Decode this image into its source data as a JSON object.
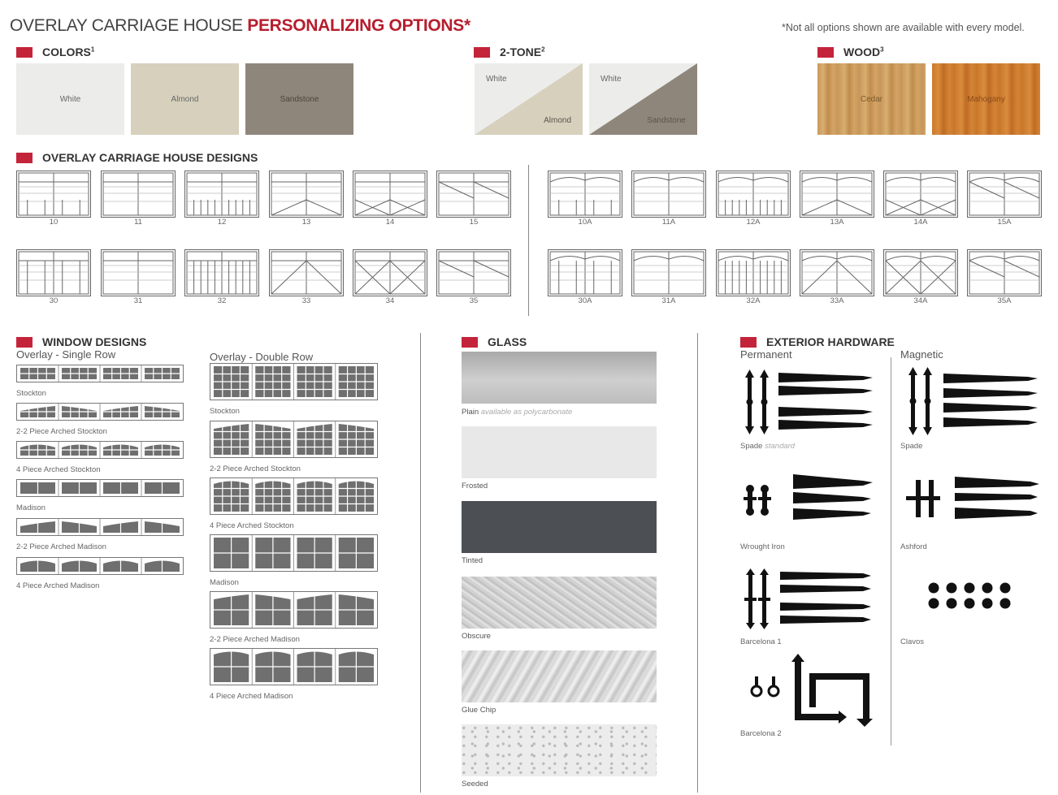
{
  "header": {
    "title_plain": "OVERLAY CARRIAGE HOUSE ",
    "title_accent": "PERSONALIZING OPTIONS*",
    "note": "*Not all options shown are available with every model."
  },
  "colors": {
    "heading": "COLORS",
    "sup": "1",
    "swatches": [
      {
        "label": "White",
        "color": "#ecedea"
      },
      {
        "label": "Almond",
        "color": "#d7d0bd"
      },
      {
        "label": "Sandstone",
        "color": "#8f867b"
      }
    ]
  },
  "two_tone": {
    "heading": "2-TONE",
    "sup": "2",
    "items": [
      {
        "top": "White",
        "bottom": "Almond",
        "top_color": "#ecedea",
        "bottom_color": "#d7d0bd"
      },
      {
        "top": "White",
        "bottom": "Sandstone",
        "top_color": "#ecedea",
        "bottom_color": "#8f867b"
      }
    ]
  },
  "wood": {
    "heading": "WOOD",
    "sup": "3",
    "items": [
      {
        "label": "Cedar"
      },
      {
        "label": "Mahogany"
      }
    ]
  },
  "designs": {
    "heading": "OVERLAY CARRIAGE HOUSE DESIGNS",
    "rows": [
      [
        "10",
        "11",
        "12",
        "13",
        "14",
        "15"
      ],
      [
        "30",
        "31",
        "32",
        "33",
        "34",
        "35"
      ],
      [
        "10A",
        "11A",
        "12A",
        "13A",
        "14A",
        "15A"
      ],
      [
        "30A",
        "31A",
        "32A",
        "33A",
        "34A",
        "35A"
      ]
    ]
  },
  "windows": {
    "heading": "WINDOW DESIGNS",
    "single_title": "Overlay - Single Row",
    "double_title": "Overlay - Double Row",
    "single": [
      "Stockton",
      "2-2 Piece Arched Stockton",
      "4 Piece Arched Stockton",
      "Madison",
      "2-2 Piece Arched Madison",
      "4 Piece Arched Madison"
    ],
    "double": [
      "Stockton",
      "2-2 Piece Arched Stockton",
      "4 Piece Arched Stockton",
      "Madison",
      "2-2 Piece Arched Madison",
      "4 Piece Arched Madison"
    ]
  },
  "glass": {
    "heading": "GLASS",
    "items": [
      {
        "label": "Plain",
        "note": "available as polycarbonate"
      },
      {
        "label": "Frosted"
      },
      {
        "label": "Tinted"
      },
      {
        "label": "Obscure"
      },
      {
        "label": "Glue Chip"
      },
      {
        "label": "Seeded"
      }
    ]
  },
  "hardware": {
    "heading": "EXTERIOR HARDWARE",
    "permanent_title": "Permanent",
    "magnetic_title": "Magnetic",
    "spade_perm": "Spade",
    "spade_note": "standard",
    "wrought_iron": "Wrought Iron",
    "barcelona1": "Barcelona 1",
    "barcelona2": "Barcelona 2",
    "spade_mag": "Spade",
    "ashford": "Ashford",
    "clavos": "Clavos"
  }
}
